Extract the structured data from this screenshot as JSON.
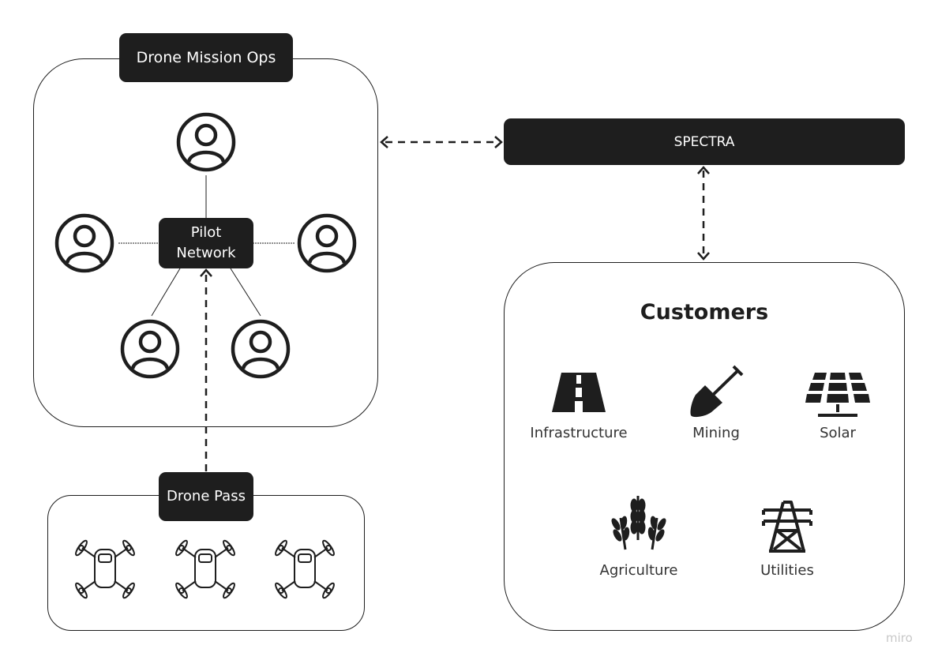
{
  "ops": {
    "title": "Drone Mission Ops",
    "hub_line1": "Pilot",
    "hub_line2": "Network"
  },
  "spectra": {
    "label": "SPECTRA"
  },
  "drone_pass": {
    "label": "Drone Pass"
  },
  "customers": {
    "title": "Customers",
    "items": [
      {
        "label": "Infrastructure",
        "icon": "road-icon"
      },
      {
        "label": "Mining",
        "icon": "shovel-icon"
      },
      {
        "label": "Solar",
        "icon": "solar-panel-icon"
      },
      {
        "label": "Agriculture",
        "icon": "wheat-icon"
      },
      {
        "label": "Utilities",
        "icon": "power-tower-icon"
      }
    ]
  },
  "watermark": "miro"
}
